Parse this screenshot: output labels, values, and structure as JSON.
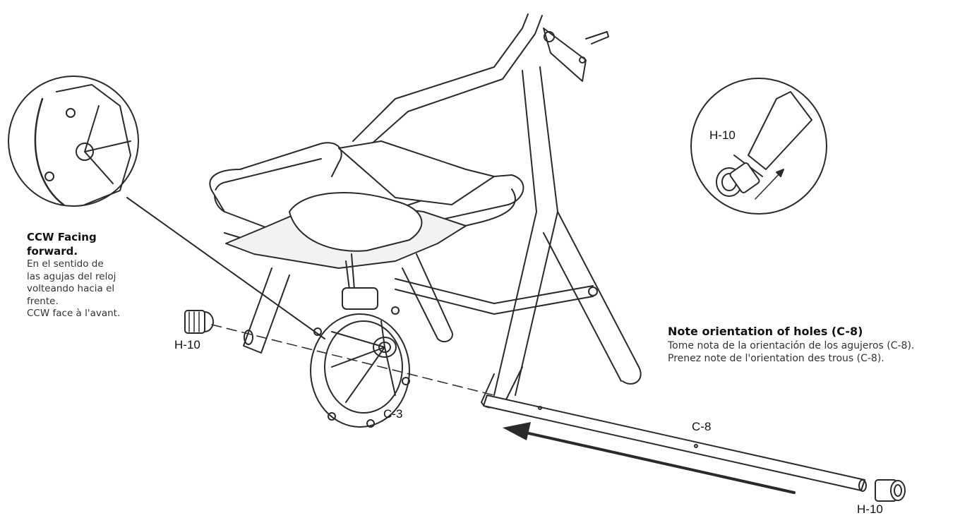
{
  "notes": {
    "ccw": {
      "heading": [
        "CCW Facing",
        "forward."
      ],
      "lines": [
        "En el sentido de",
        "las agujas del reloj",
        "volteando hacia el",
        "frente.",
        "CCW face à l'avant."
      ]
    },
    "holes": {
      "heading": "Note orientation of holes (C-8)",
      "lines": [
        "Tome nota de la orientación de los agujeros (C-8).",
        "Prenez note de l'orientation des trous (C-8)."
      ]
    }
  },
  "labels": {
    "h10_left": "H-10",
    "h10_right": "H-10",
    "h10_zoom": "H-10",
    "c3": "C-3",
    "c8": "C-8"
  },
  "colors": {
    "line": "#2a2a2a",
    "fill": "#ffffff",
    "shade": "#e6e6e6"
  }
}
